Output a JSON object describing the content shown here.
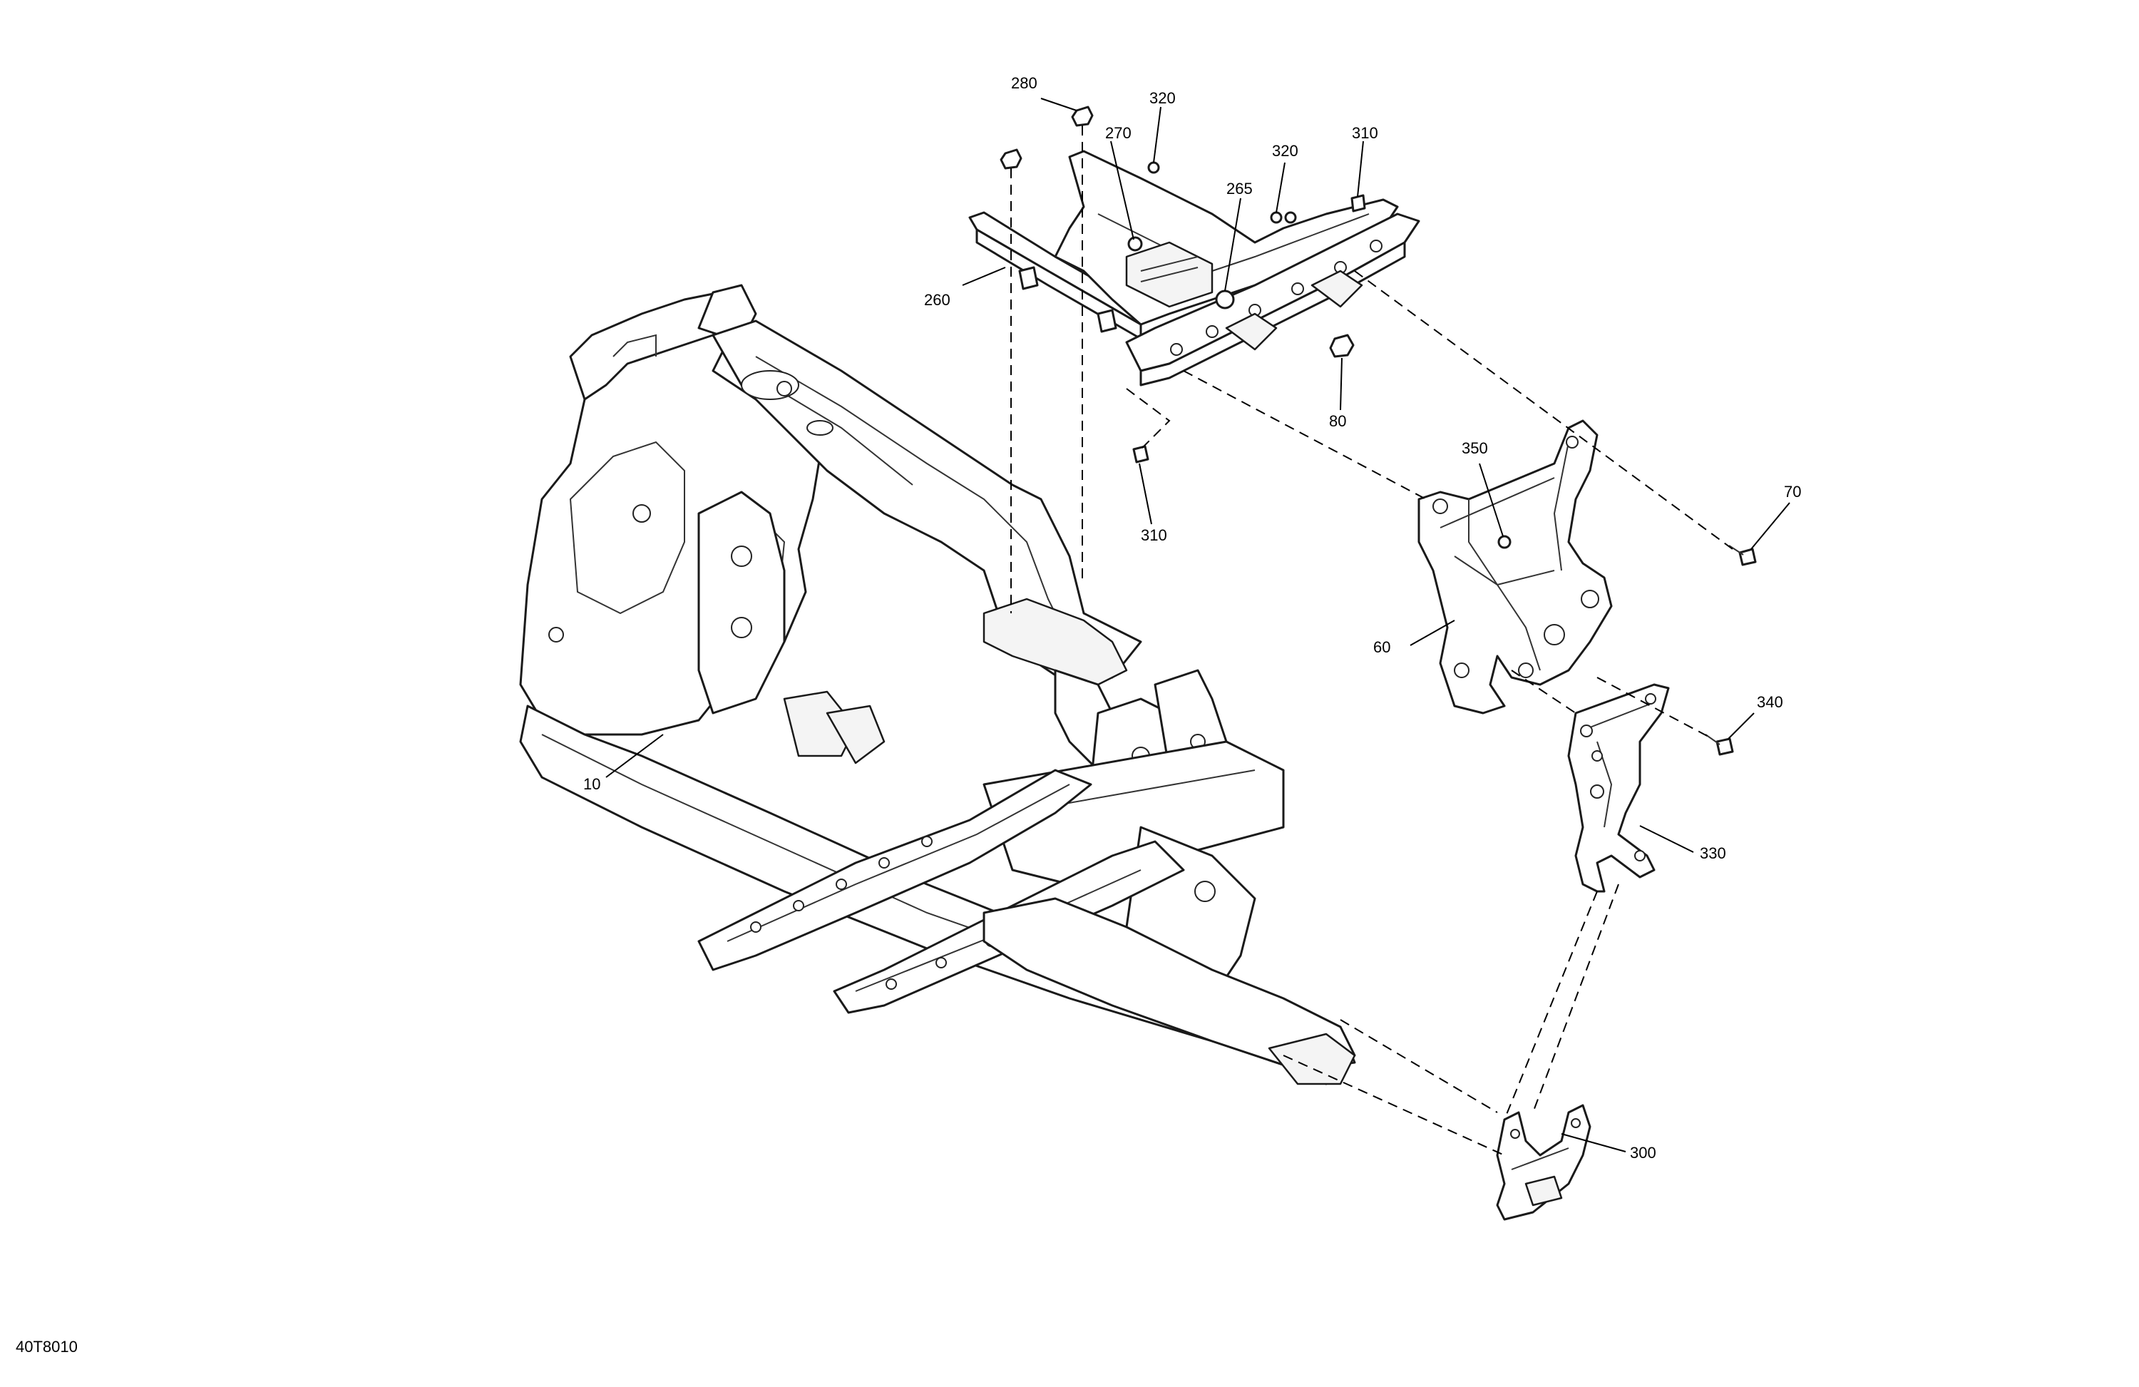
{
  "callouts": {
    "c280": "280",
    "c320a": "320",
    "c270": "270",
    "c320b": "320",
    "c310a": "310",
    "c265": "265",
    "c260": "260",
    "c80": "80",
    "c350": "350",
    "c70": "70",
    "c310b": "310",
    "c60": "60",
    "c340": "340",
    "c10": "10",
    "c330": "330",
    "c300": "300"
  },
  "reference_code": "40T8010"
}
